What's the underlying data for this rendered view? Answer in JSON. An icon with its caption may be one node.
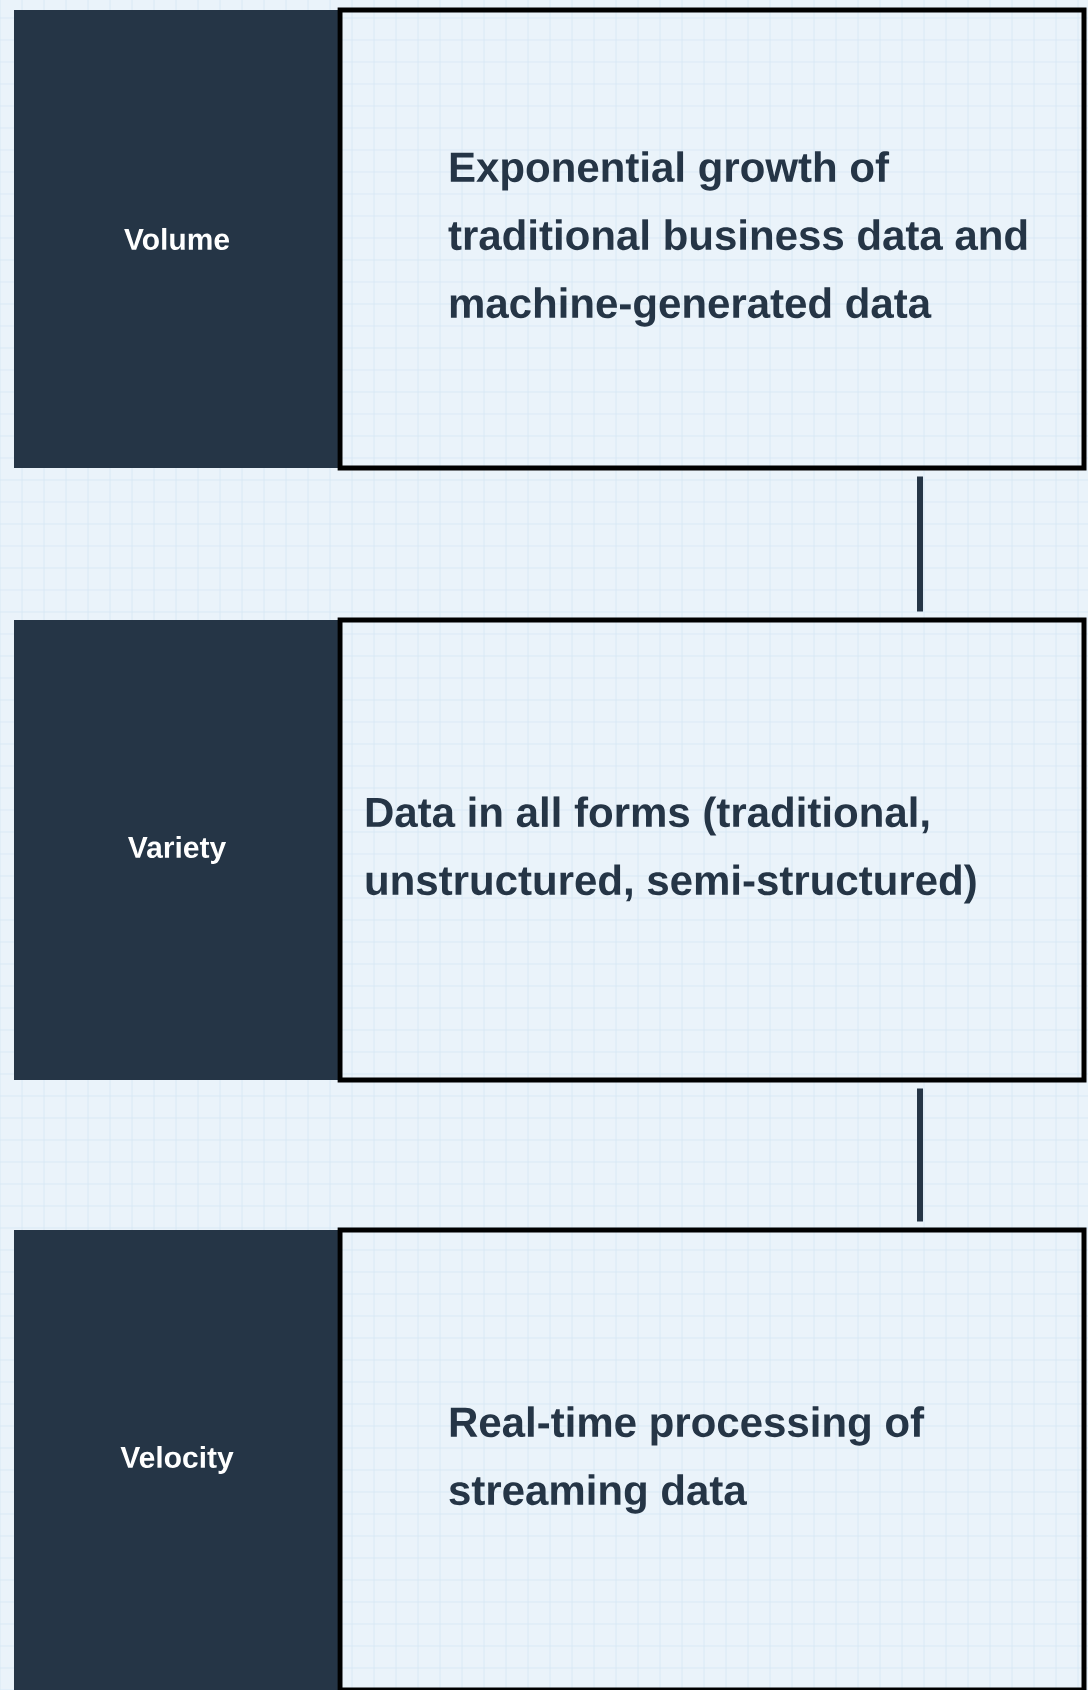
{
  "diagram": {
    "nodes": [
      {
        "text": [
          "Volume"
        ]
      },
      {
        "text": [
          "Exponential growth of traditional business data and machine-generated data"
        ]
      },
      {
        "text": [
          "Variety"
        ]
      },
      {
        "text": [
          "Data in all forms (traditional, unstructured, semi-structured)"
        ]
      },
      {
        "text": [
          "Velocity"
        ]
      },
      {
        "text": [
          "Real-time processing of streaming data"
        ]
      }
    ],
    "edges": [
      {
        "from": 1,
        "to": 3,
        "arrow": "none"
      },
      {
        "from": 3,
        "to": 5,
        "arrow": "none"
      }
    ]
  }
}
